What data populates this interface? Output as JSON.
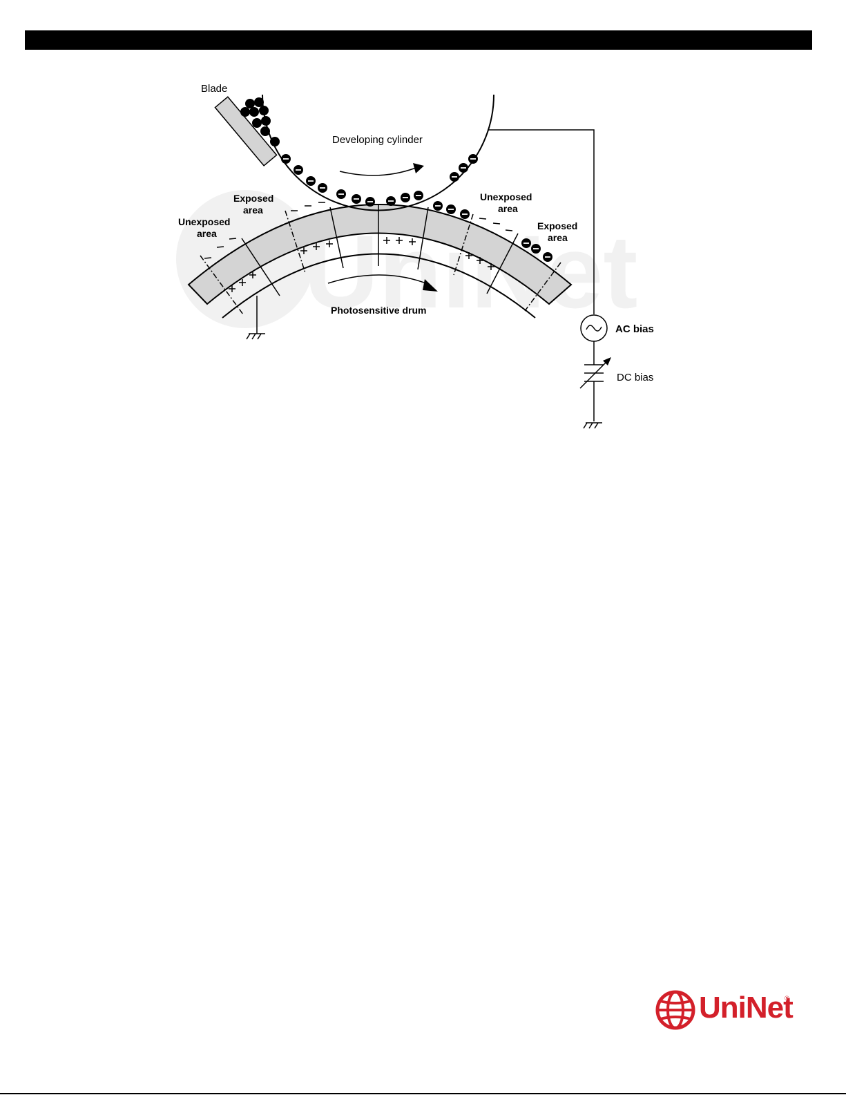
{
  "labels": {
    "blade": "Blade",
    "developing_cylinder": "Developing cylinder",
    "photosensitive_drum": "Photosensitive drum",
    "unexposed_left_1": "Unexposed",
    "unexposed_left_2": "area",
    "exposed_left_1": "Exposed",
    "exposed_left_2": "area",
    "unexposed_right_1": "Unexposed",
    "unexposed_right_2": "area",
    "exposed_right_1": "Exposed",
    "exposed_right_2": "area",
    "ac_bias": "AC bias",
    "dc_bias": "DC bias"
  },
  "logo": {
    "text": "UniNet",
    "registered": "®",
    "watermark": "UniNet",
    "color": "#d3202a"
  },
  "colors": {
    "drum_fill": "#d4d4d4",
    "watermark": "#f0f0f0",
    "ink": "#000000"
  }
}
